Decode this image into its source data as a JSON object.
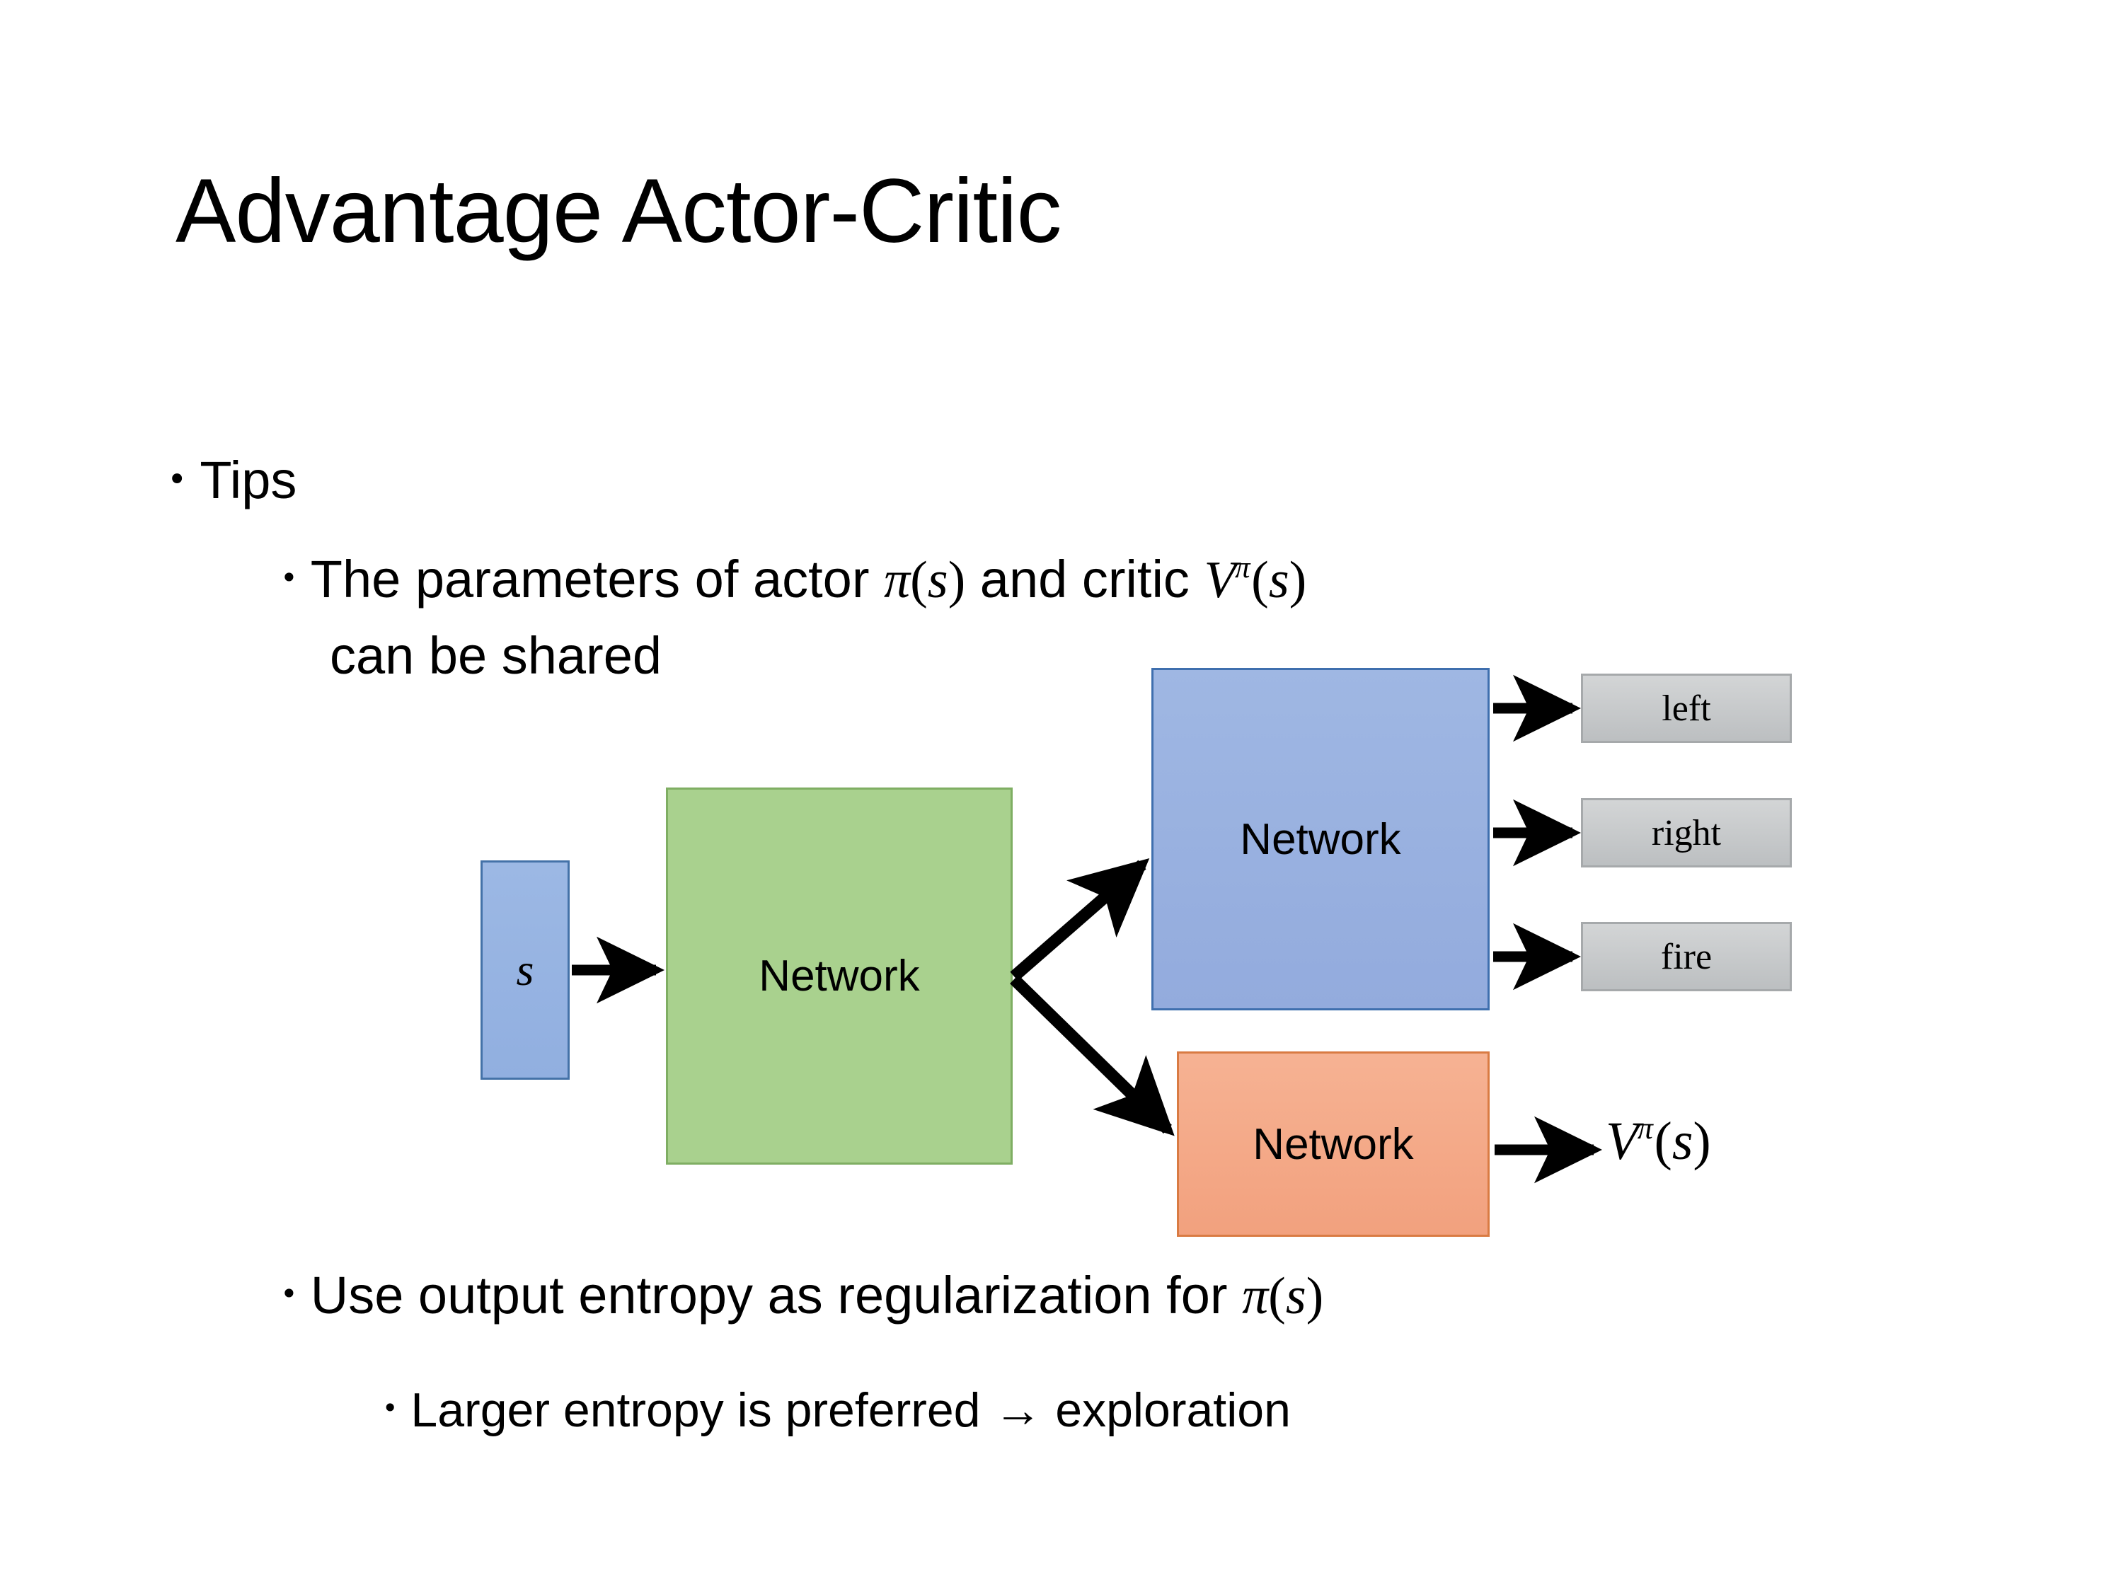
{
  "slide": {
    "title": "Advantage Actor-Critic",
    "bullets": {
      "tips": "Tips",
      "params_prefix": "The parameters of actor ",
      "params_mid": "  and critic ",
      "params_line2": "can be shared",
      "entropy": "Use output entropy as regularization for ",
      "larger": "Larger entropy is preferred → exploration"
    },
    "math": {
      "pi": "π",
      "s": "s",
      "V": "V",
      "open_paren": "(",
      "close_paren": ")"
    }
  },
  "diagram": {
    "state_box": {
      "label": "s",
      "color": "#95b3e0",
      "border": "#4472a8"
    },
    "shared_network": {
      "label": "Network",
      "color": "#a9d18e",
      "border": "#7fae63"
    },
    "actor_network": {
      "label": "Network",
      "color": "#96aede",
      "border": "#3f6fae"
    },
    "critic_network": {
      "label": "Network",
      "color": "#f4a983",
      "border": "#d97b43"
    },
    "actions": [
      {
        "label": "left"
      },
      {
        "label": "right"
      },
      {
        "label": "fire"
      }
    ],
    "value_output": {
      "base": "V",
      "sup": "π",
      "arg": "s"
    },
    "arrow_color": "#000000"
  }
}
